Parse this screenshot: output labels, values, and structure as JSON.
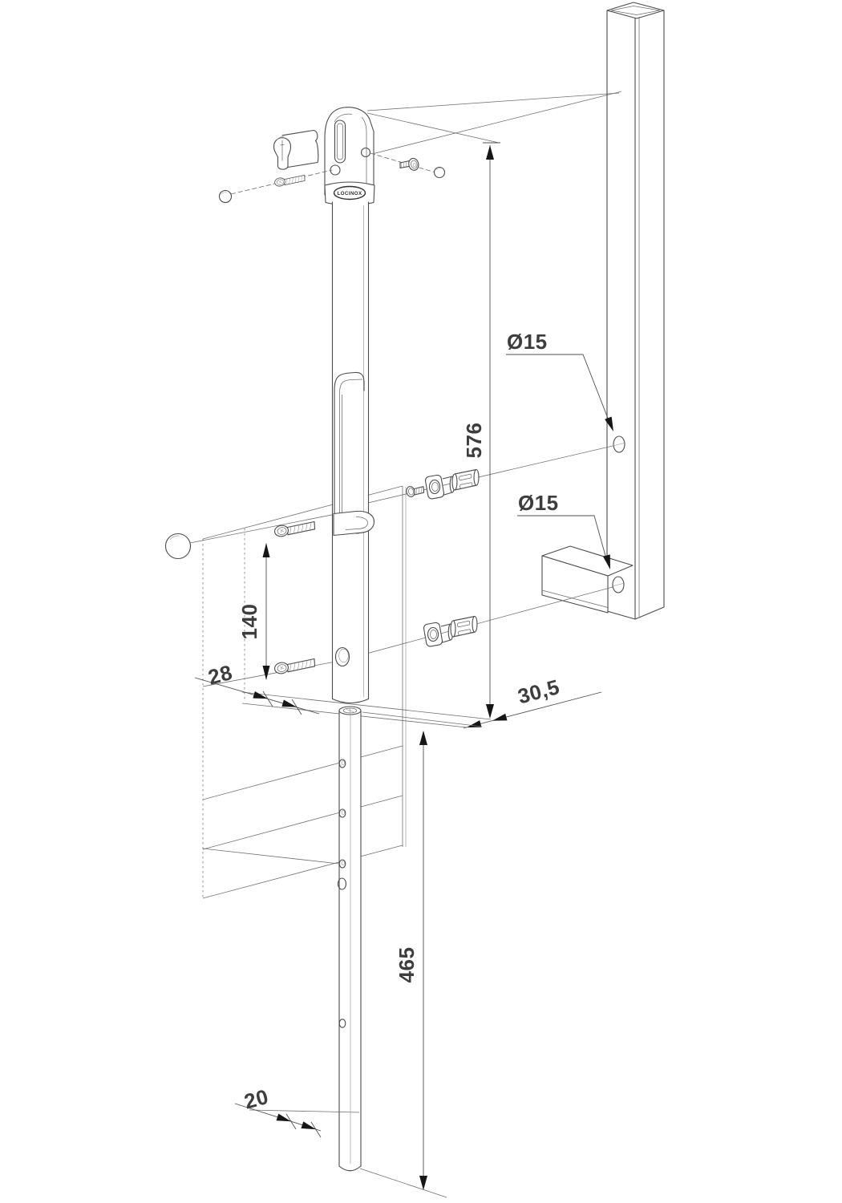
{
  "drawing": {
    "brand_label": "LOCINOX",
    "labels": {
      "dia_upper": "Ø15",
      "dia_lower": "Ø15",
      "lock_height": "576",
      "screw_spacing": "140",
      "gate_offset": "28",
      "post_offset": "30,5",
      "ground_rod_length": "465",
      "bottom_clearance": "20"
    },
    "colors": {
      "line": "#4b4b4b",
      "text": "#3d3d3d",
      "arrow": "#161616",
      "background": "#ffffff"
    }
  }
}
